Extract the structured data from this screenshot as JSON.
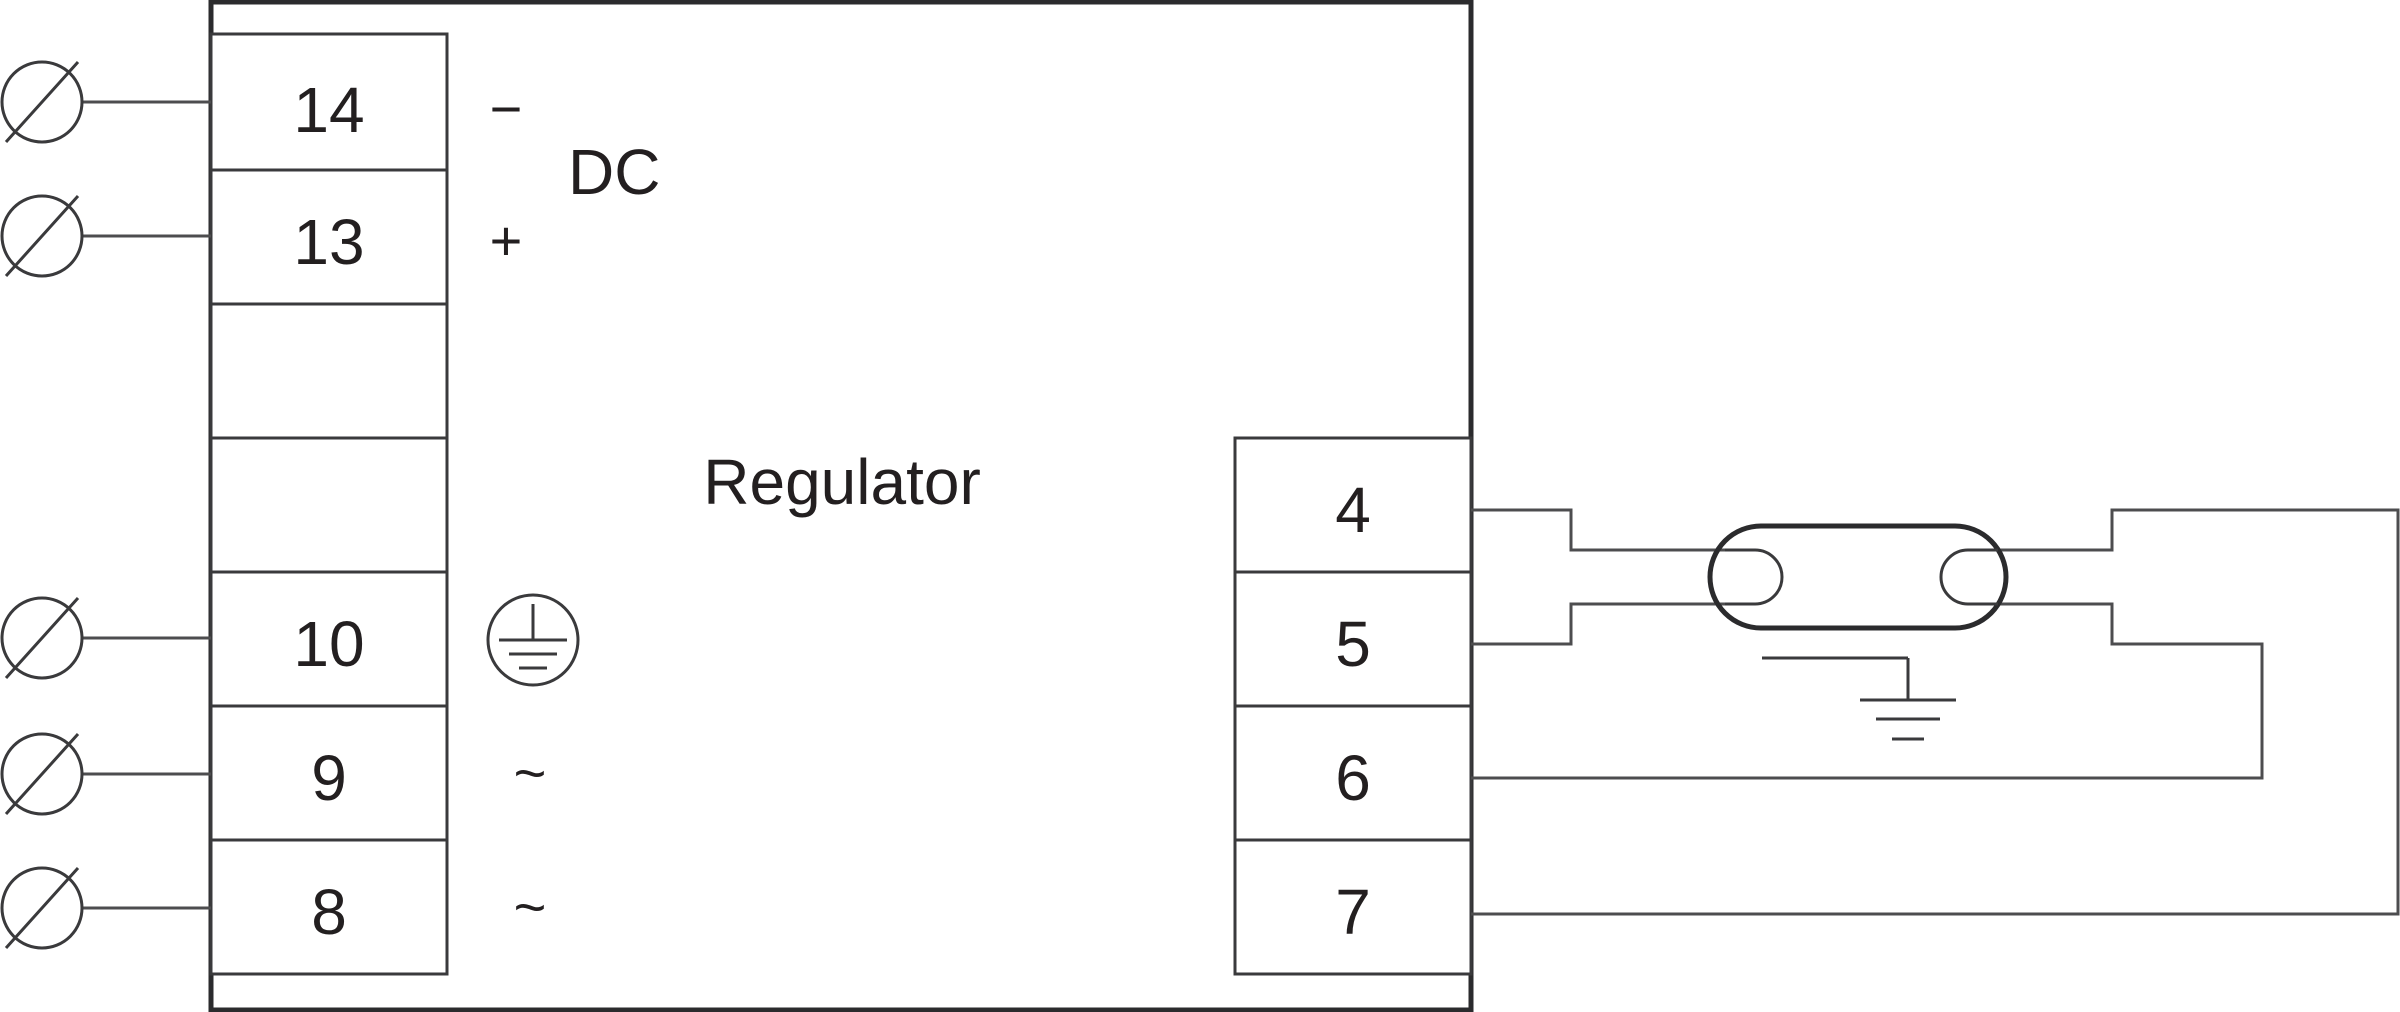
{
  "regulator": {
    "label": "Regulator"
  },
  "dc": {
    "label": "DC",
    "minus_sign": "−",
    "plus_sign": "+"
  },
  "ac": {
    "tilde_1": "~",
    "tilde_2": "~"
  },
  "left_terminals": [
    {
      "number": "14"
    },
    {
      "number": "13"
    },
    {
      "number": ""
    },
    {
      "number": ""
    },
    {
      "number": "10"
    },
    {
      "number": "9"
    },
    {
      "number": "8"
    }
  ],
  "right_terminals": [
    {
      "number": "4"
    },
    {
      "number": "5"
    },
    {
      "number": "6"
    },
    {
      "number": "7"
    }
  ],
  "icons": {
    "protective_earth": "protective-earth-icon",
    "ground": "ground-icon",
    "connector": "screw-connector-icon",
    "lamp": "lamp-tube-icon"
  }
}
